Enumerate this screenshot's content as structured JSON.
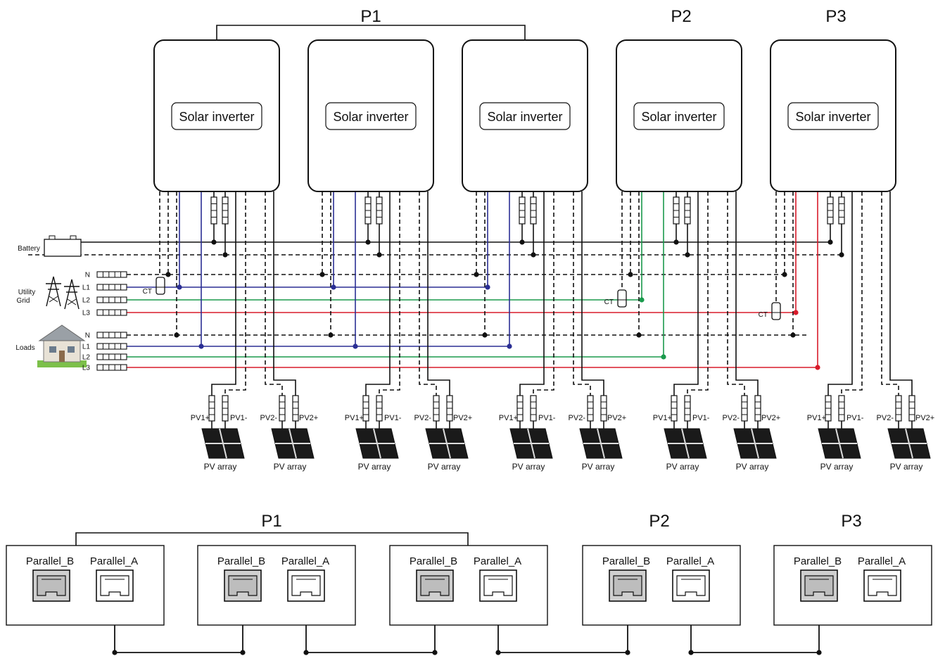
{
  "groups": [
    "P1",
    "P2",
    "P3"
  ],
  "inverter_label": "Solar inverter",
  "battery_label": "Battery",
  "utility_label": [
    "Utility",
    "Grid"
  ],
  "loads_label": "Loads",
  "grid_lines": [
    "N",
    "L1",
    "L2",
    "L3"
  ],
  "load_lines": [
    "N",
    "L1",
    "L2",
    "L3"
  ],
  "ct_label": "CT",
  "pv_terminals": [
    "PV1+",
    "PV1-",
    "PV2-",
    "PV2+"
  ],
  "pv_array_label": "PV array",
  "parallel_b": "Parallel_B",
  "parallel_a": "Parallel_A",
  "colors": {
    "l1": "#2b2f94",
    "l2": "#1a9a4c",
    "l3": "#d81b2a",
    "wire": "#111111"
  }
}
